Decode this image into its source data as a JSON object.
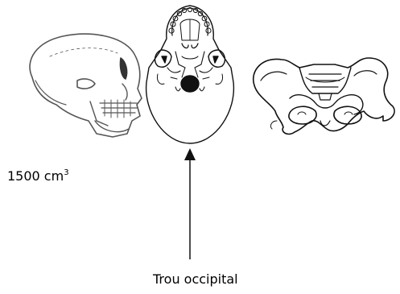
{
  "labels": {
    "brain_volume_value": "1500 cm",
    "brain_volume_exponent": "3",
    "arrow_caption": "Trou occipital"
  },
  "colors": {
    "line": "#111111",
    "sketch_line": "#555555",
    "background": "#ffffff"
  },
  "icons": {
    "left_figure": "skull-side-view-icon",
    "middle_figure": "skull-inferior-view-icon",
    "right_figure": "pelvis-icon"
  }
}
